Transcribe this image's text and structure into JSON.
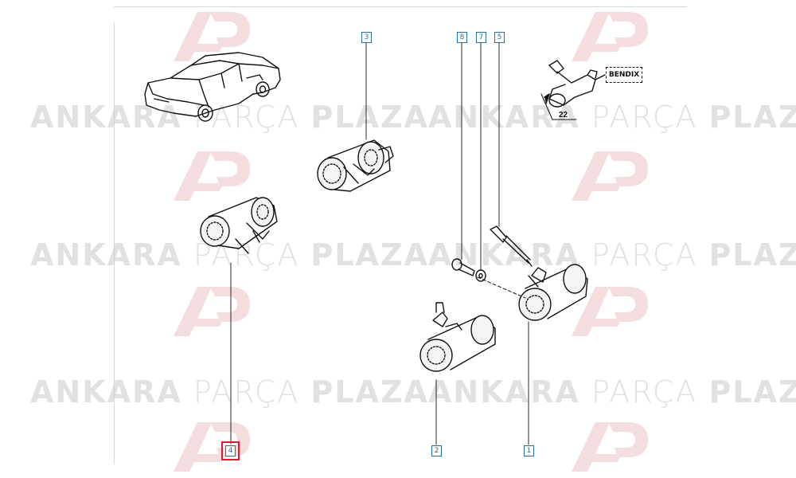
{
  "watermark": {
    "brand_a": "ANKARA",
    "brand_b": "PARÇA",
    "brand_c": "PLAZA",
    "logo": "AP",
    "color": "#c8c8c8",
    "logo_color": "#e7b5b8"
  },
  "diagram": {
    "callouts": [
      "1",
      "2",
      "3",
      "4",
      "5",
      "7",
      "8"
    ],
    "selected_callout": "4",
    "selected_color": "#e21b2b",
    "callout_color": "#2a6fa0",
    "variant_label": "BENDIX",
    "dimension_label": "22"
  }
}
